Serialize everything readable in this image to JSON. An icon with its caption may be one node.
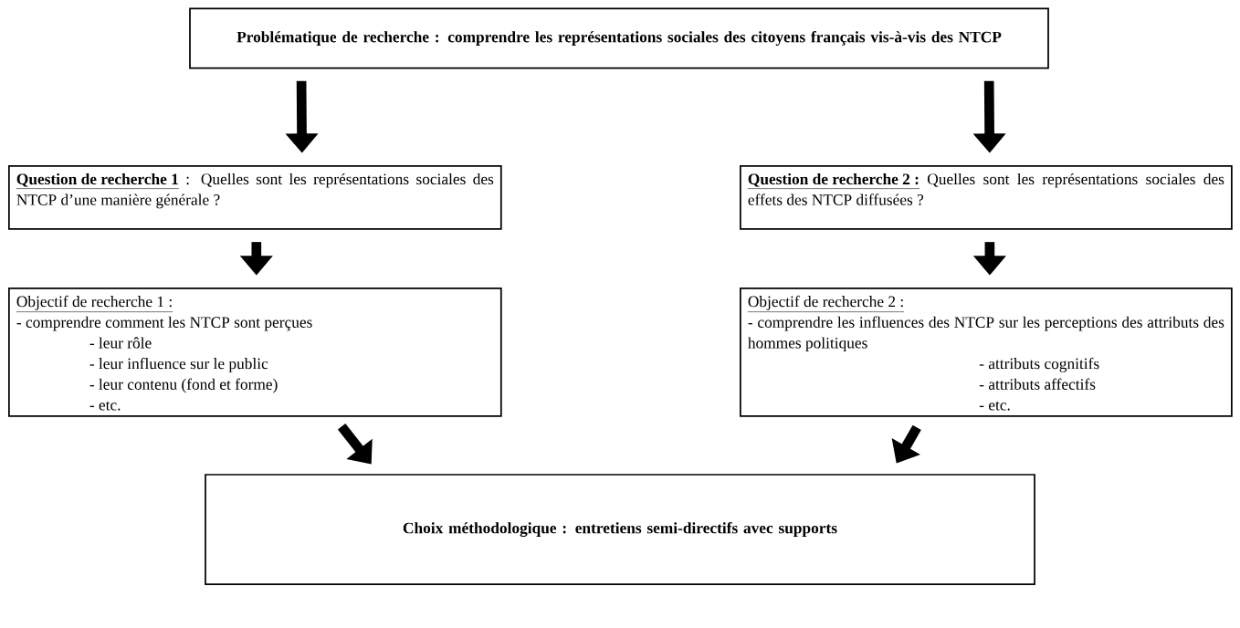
{
  "diagram": {
    "nodes": [
      {
        "text": [
          "Problématique de recherche : comprendre les représentations sociales des citoyens français vis-à-vis des NTCP"
        ]
      },
      {
        "text": [
          "Question de recherche 1",
          ": Quelles sont les représentations sociales des NTCP d’une manière générale ?"
        ]
      },
      {
        "text": [
          "Question de recherche 2 :",
          "Quelles sont les représentations sociales des effets des NTCP diffusées ?"
        ]
      },
      {
        "text": [
          "Objectif de recherche 1 :",
          "- comprendre comment les NTCP sont perçues",
          "- leur rôle",
          "- leur influence sur le public",
          "- leur contenu (fond et forme)",
          "- etc."
        ]
      },
      {
        "text": [
          "Objectif de recherche 2 :",
          "- comprendre les influences des NTCP sur les perceptions des attributs des hommes politiques",
          "- attributs cognitifs",
          "- attributs affectifs",
          "- etc."
        ]
      },
      {
        "text": [
          "Choix méthodologique : entretiens semi-directifs avec supports"
        ]
      }
    ],
    "edges": [
      {
        "from": 0,
        "to": 1,
        "arrow": "to"
      },
      {
        "from": 0,
        "to": 2,
        "arrow": "to"
      },
      {
        "from": 1,
        "to": 3,
        "arrow": "to"
      },
      {
        "from": 2,
        "to": 4,
        "arrow": "to"
      },
      {
        "from": 3,
        "to": 5,
        "arrow": "to"
      },
      {
        "from": 4,
        "to": 5,
        "arrow": "to"
      }
    ]
  }
}
